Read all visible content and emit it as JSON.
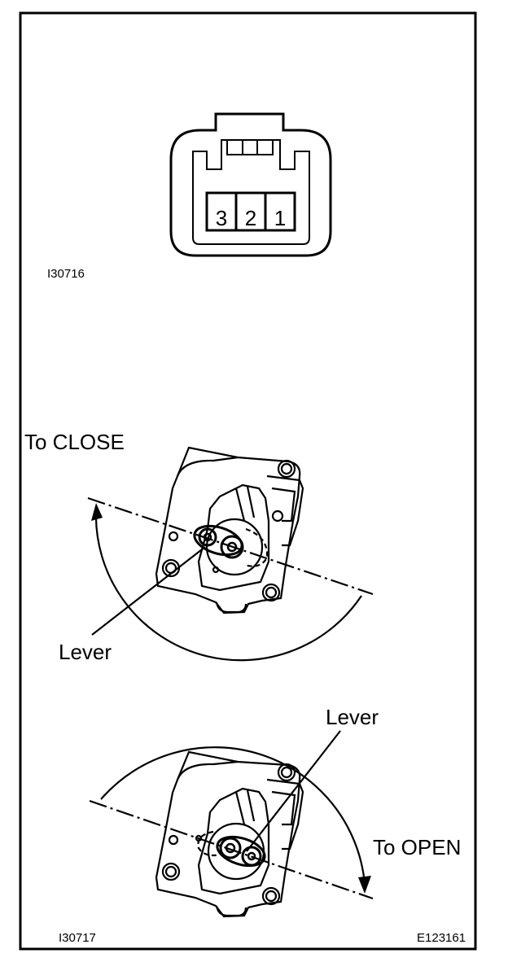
{
  "connector": {
    "pins": [
      "3",
      "2",
      "1"
    ]
  },
  "labels": {
    "code_top": "I30716",
    "to_close": "To CLOSE",
    "lever_top": "Lever",
    "lever_bottom": "Lever",
    "to_open": "To OPEN",
    "code_bottom_left": "I30717",
    "code_bottom_right": "E123161"
  }
}
